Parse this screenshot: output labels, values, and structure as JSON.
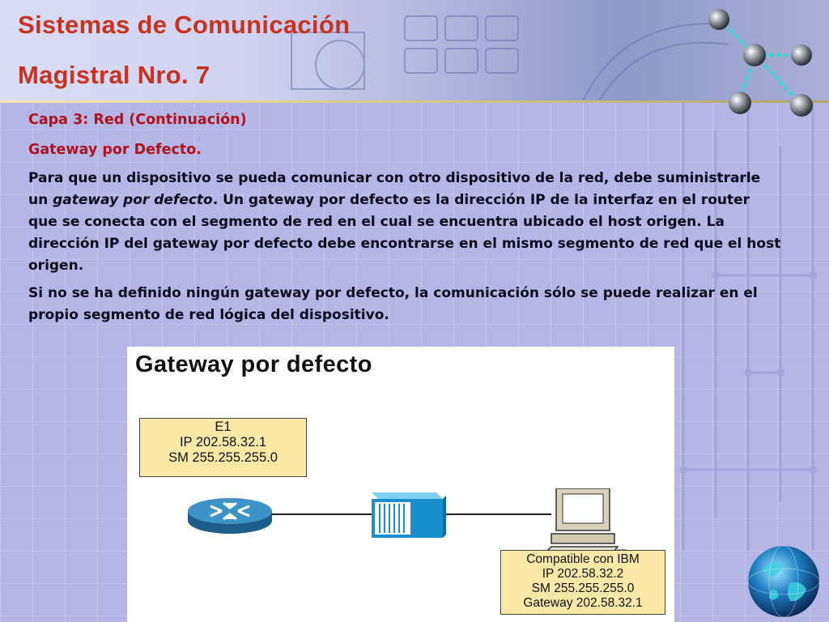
{
  "header": {
    "title_line1": "Sistemas de Comunicación",
    "title_line2": "Magistral Nro. 7"
  },
  "content": {
    "heading1": "Capa 3: Red (Continuación)",
    "heading2": "Gateway por Defecto.",
    "para1_part1": "Para que un dispositivo se pueda comunicar con otro dispositivo de la red, debe suministrarle un ",
    "para1_italic": "gateway por defecto",
    "para1_part2": ". Un gateway por defecto es la dirección IP de la interfaz en el router que se conecta con el segmento de red en el cual se encuentra ubicado el host origen. La dirección IP del gateway por defecto debe encontrarse en el mismo segmento de red que el host origen.",
    "para2": "Si no se ha definido ningún gateway por defecto, la comunicación sólo se puede realizar en el propio segmento de red lógica del dispositivo."
  },
  "figure": {
    "title": "Gateway por defecto",
    "router_box": {
      "name": "E1",
      "ip": "IP 202.58.32.1",
      "sm": "SM 255.255.255.0"
    },
    "host_box": {
      "name": "Compatible con IBM",
      "ip": "IP 202.58.32.2",
      "sm": "SM 255.255.255.0",
      "gateway": "Gateway 202.58.32.1"
    }
  },
  "colors": {
    "title": "#c8321e",
    "heading": "#b0121c",
    "box_fill": "#fbe8a6",
    "background": "#b4b6e6"
  },
  "icons": [
    "molecule-icon",
    "router-icon",
    "hub-icon",
    "computer-icon",
    "globe-icon"
  ]
}
